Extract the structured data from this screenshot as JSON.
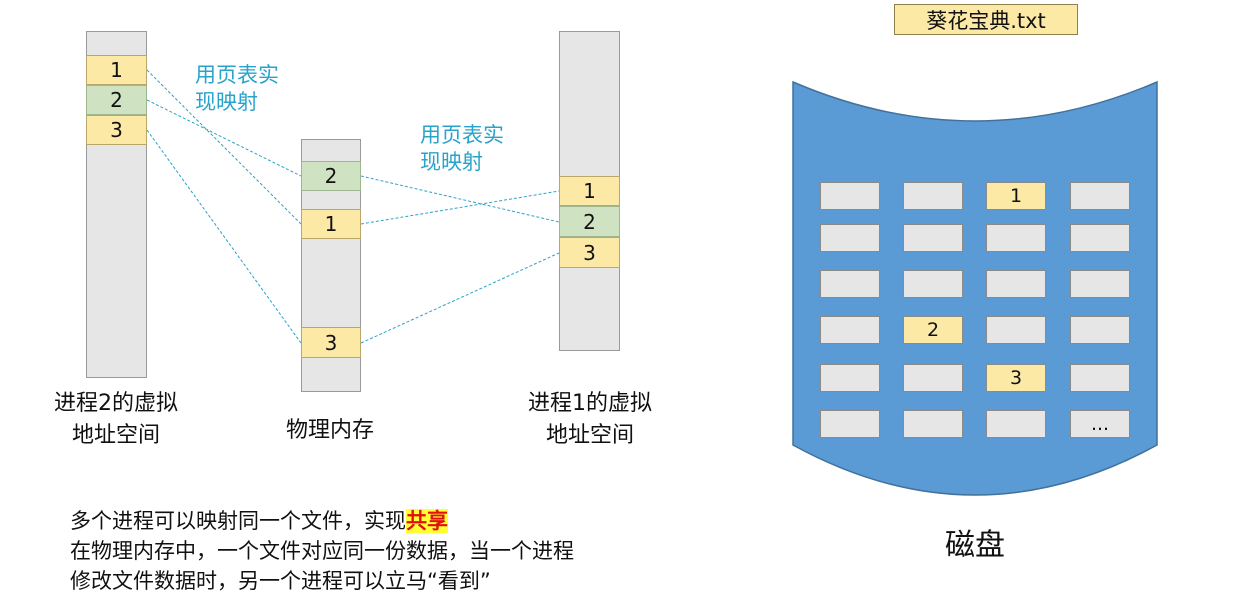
{
  "file": {
    "name": "葵花宝典.txt"
  },
  "process2": {
    "caption_line1": "进程2的虚拟",
    "caption_line2": "地址空间",
    "pages": [
      "1",
      "2",
      "3"
    ]
  },
  "physical": {
    "caption": "物理内存",
    "pages": [
      "2",
      "1",
      "3"
    ]
  },
  "process1": {
    "caption_line1": "进程1的虚拟",
    "caption_line2": "地址空间",
    "pages": [
      "1",
      "2",
      "3"
    ]
  },
  "notes": {
    "left_line1": "用页表实",
    "left_line2": "现映射",
    "right_line1": "用页表实",
    "right_line2": "现映射"
  },
  "disk": {
    "caption": "磁盘",
    "cells": [
      "",
      "",
      "1",
      "",
      "",
      "",
      "",
      "",
      "",
      "",
      "",
      "",
      "",
      "2",
      "",
      "",
      "",
      "",
      "3",
      "",
      "",
      "",
      "",
      "..."
    ],
    "highlighted": [
      2,
      13,
      18
    ]
  },
  "summary": {
    "line1_prefix": "多个进程可以映射同一个文件，实现",
    "line1_highlight": "共享",
    "line2": "在物理内存中，一个文件对应同一份数据，当一个进程",
    "line3": "修改文件数据时，另一个进程可以立马“看到”"
  },
  "colors": {
    "page_yellow": "#fde9a6",
    "page_green": "#cfe3c2",
    "mapping_line": "#29a3cc",
    "disk_blue": "#5b9bd5",
    "highlight_text": "#e01010",
    "highlight_bg": "#ffff33"
  }
}
